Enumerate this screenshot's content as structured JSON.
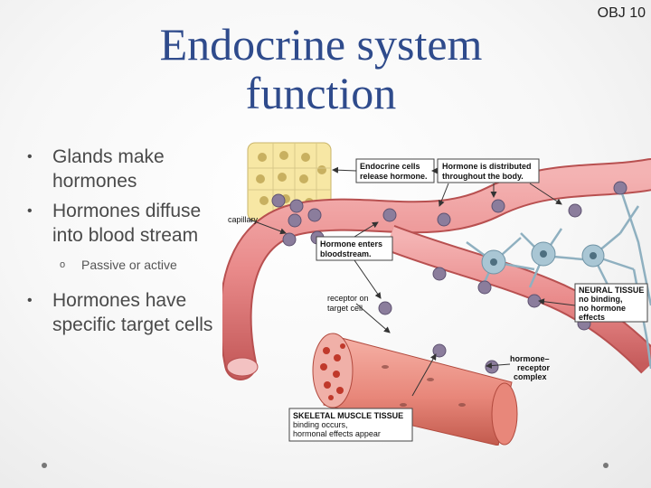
{
  "slide": {
    "title": "Endocrine system function",
    "tag": "OBJ 10"
  },
  "bullets": [
    {
      "text": "Glands make hormones"
    },
    {
      "text": "Hormones diffuse into blood stream",
      "sub": "Passive or active"
    },
    {
      "text": "Hormones have specific target cells"
    }
  ],
  "figure": {
    "labels": {
      "endocrine_cells": [
        "Endocrine cells",
        "release hormone."
      ],
      "distributed": [
        "Hormone is distributed",
        "throughout the body."
      ],
      "capillary": "capillary",
      "enters": [
        "Hormone enters",
        "bloodstream."
      ],
      "receptor": [
        "receptor on",
        "target cell"
      ],
      "neural": [
        "NEURAL TISSUE",
        "no binding,",
        "no hormone",
        "effects"
      ],
      "complex": [
        "hormone–",
        "receptor",
        "complex"
      ],
      "skeletal": [
        "SKELETAL MUSCLE TISSUE",
        "binding occurs,",
        "hormonal effects appear"
      ]
    },
    "colors": {
      "vessel": "#e98a8a",
      "muscle": "#e8877a",
      "gland": "#f7e7a4",
      "neuron": "#a9c6d4",
      "hormone": "#8b7d9c"
    }
  }
}
